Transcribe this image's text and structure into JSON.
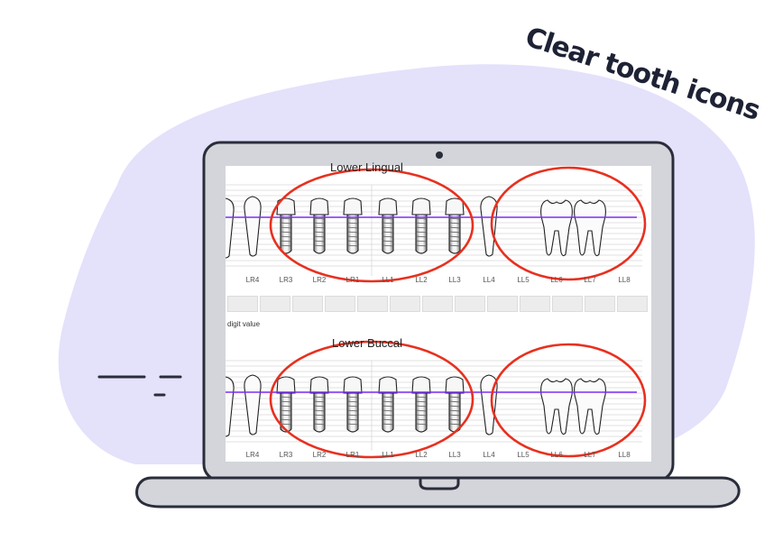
{
  "caption": "Clear tooth icons",
  "screen": {
    "lingual": {
      "title": "Lower Lingual",
      "labels": [
        "LR4",
        "LR3",
        "LR2",
        "LR1",
        "LL1",
        "LL2",
        "LL3",
        "LL4",
        "LL5",
        "LL6",
        "LL7",
        "LL8"
      ]
    },
    "digit_label": "digit value",
    "buccal": {
      "title": "Lower Buccal",
      "labels": [
        "LR4",
        "LR3",
        "LR2",
        "LR1",
        "LL1",
        "LL2",
        "LL3",
        "LL4",
        "LL5",
        "LL6",
        "LL7",
        "LL8"
      ]
    }
  },
  "colors": {
    "blob": "#e4e1fb",
    "highlight_circle": "#e8301f",
    "gum_line": "#7b2ff7",
    "laptop_body": "#d3d5da",
    "laptop_outline": "#2a2d3a"
  }
}
